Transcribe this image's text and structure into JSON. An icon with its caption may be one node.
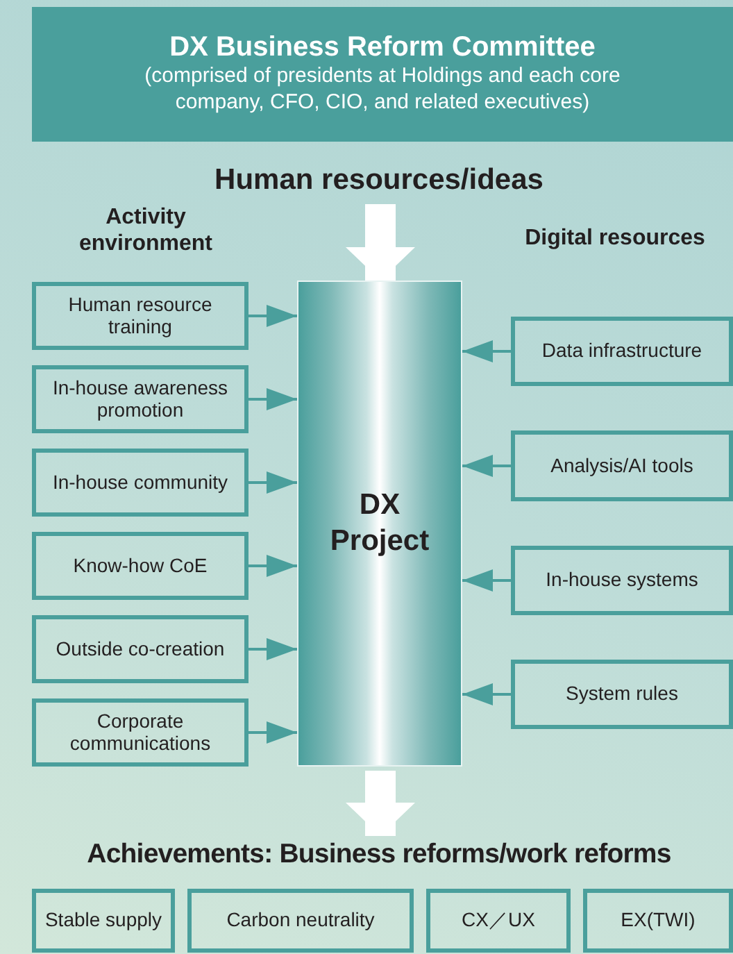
{
  "diagram": {
    "nodes": [
      {
        "text": [
          "DX Business Reform Committee",
          "(comprised of presidents at Holdings and each core company, CFO, CIO, and related executives)"
        ]
      },
      {
        "text": [
          "Human resources/ideas"
        ]
      },
      {
        "text": [
          "DX Project"
        ]
      },
      {
        "text": [
          "Human resource training"
        ]
      },
      {
        "text": [
          "In-house awareness promotion"
        ]
      },
      {
        "text": [
          "In-house community"
        ]
      },
      {
        "text": [
          "Know-how CoE"
        ]
      },
      {
        "text": [
          "Outside co-creation"
        ]
      },
      {
        "text": [
          "Corporate communications"
        ]
      },
      {
        "text": [
          "Data infrastructure"
        ]
      },
      {
        "text": [
          "Analysis/AI tools"
        ]
      },
      {
        "text": [
          "In-house systems"
        ]
      },
      {
        "text": [
          "System rules"
        ]
      },
      {
        "text": [
          "Achievements: Business reforms/work reforms"
        ]
      },
      {
        "text": [
          "Stable supply"
        ]
      },
      {
        "text": [
          "Carbon neutrality"
        ]
      },
      {
        "text": [
          "CX／UX"
        ]
      },
      {
        "text": [
          "EX(TWI)"
        ]
      }
    ],
    "edges": [
      {
        "from": 1,
        "to": 2,
        "arrow": "to",
        "style": "thick",
        "color": "#ffffff"
      },
      {
        "from": 3,
        "to": 2,
        "arrow": "to"
      },
      {
        "from": 4,
        "to": 2,
        "arrow": "to"
      },
      {
        "from": 5,
        "to": 2,
        "arrow": "to"
      },
      {
        "from": 6,
        "to": 2,
        "arrow": "to"
      },
      {
        "from": 7,
        "to": 2,
        "arrow": "to"
      },
      {
        "from": 8,
        "to": 2,
        "arrow": "to"
      },
      {
        "from": 9,
        "to": 2,
        "arrow": "to"
      },
      {
        "from": 10,
        "to": 2,
        "arrow": "to"
      },
      {
        "from": 11,
        "to": 2,
        "arrow": "to"
      },
      {
        "from": 12,
        "to": 2,
        "arrow": "to"
      },
      {
        "from": 2,
        "to": 13,
        "arrow": "to",
        "style": "thick",
        "color": "#ffffff"
      }
    ],
    "labels": [
      "Activity environment",
      "Digital resources"
    ]
  }
}
